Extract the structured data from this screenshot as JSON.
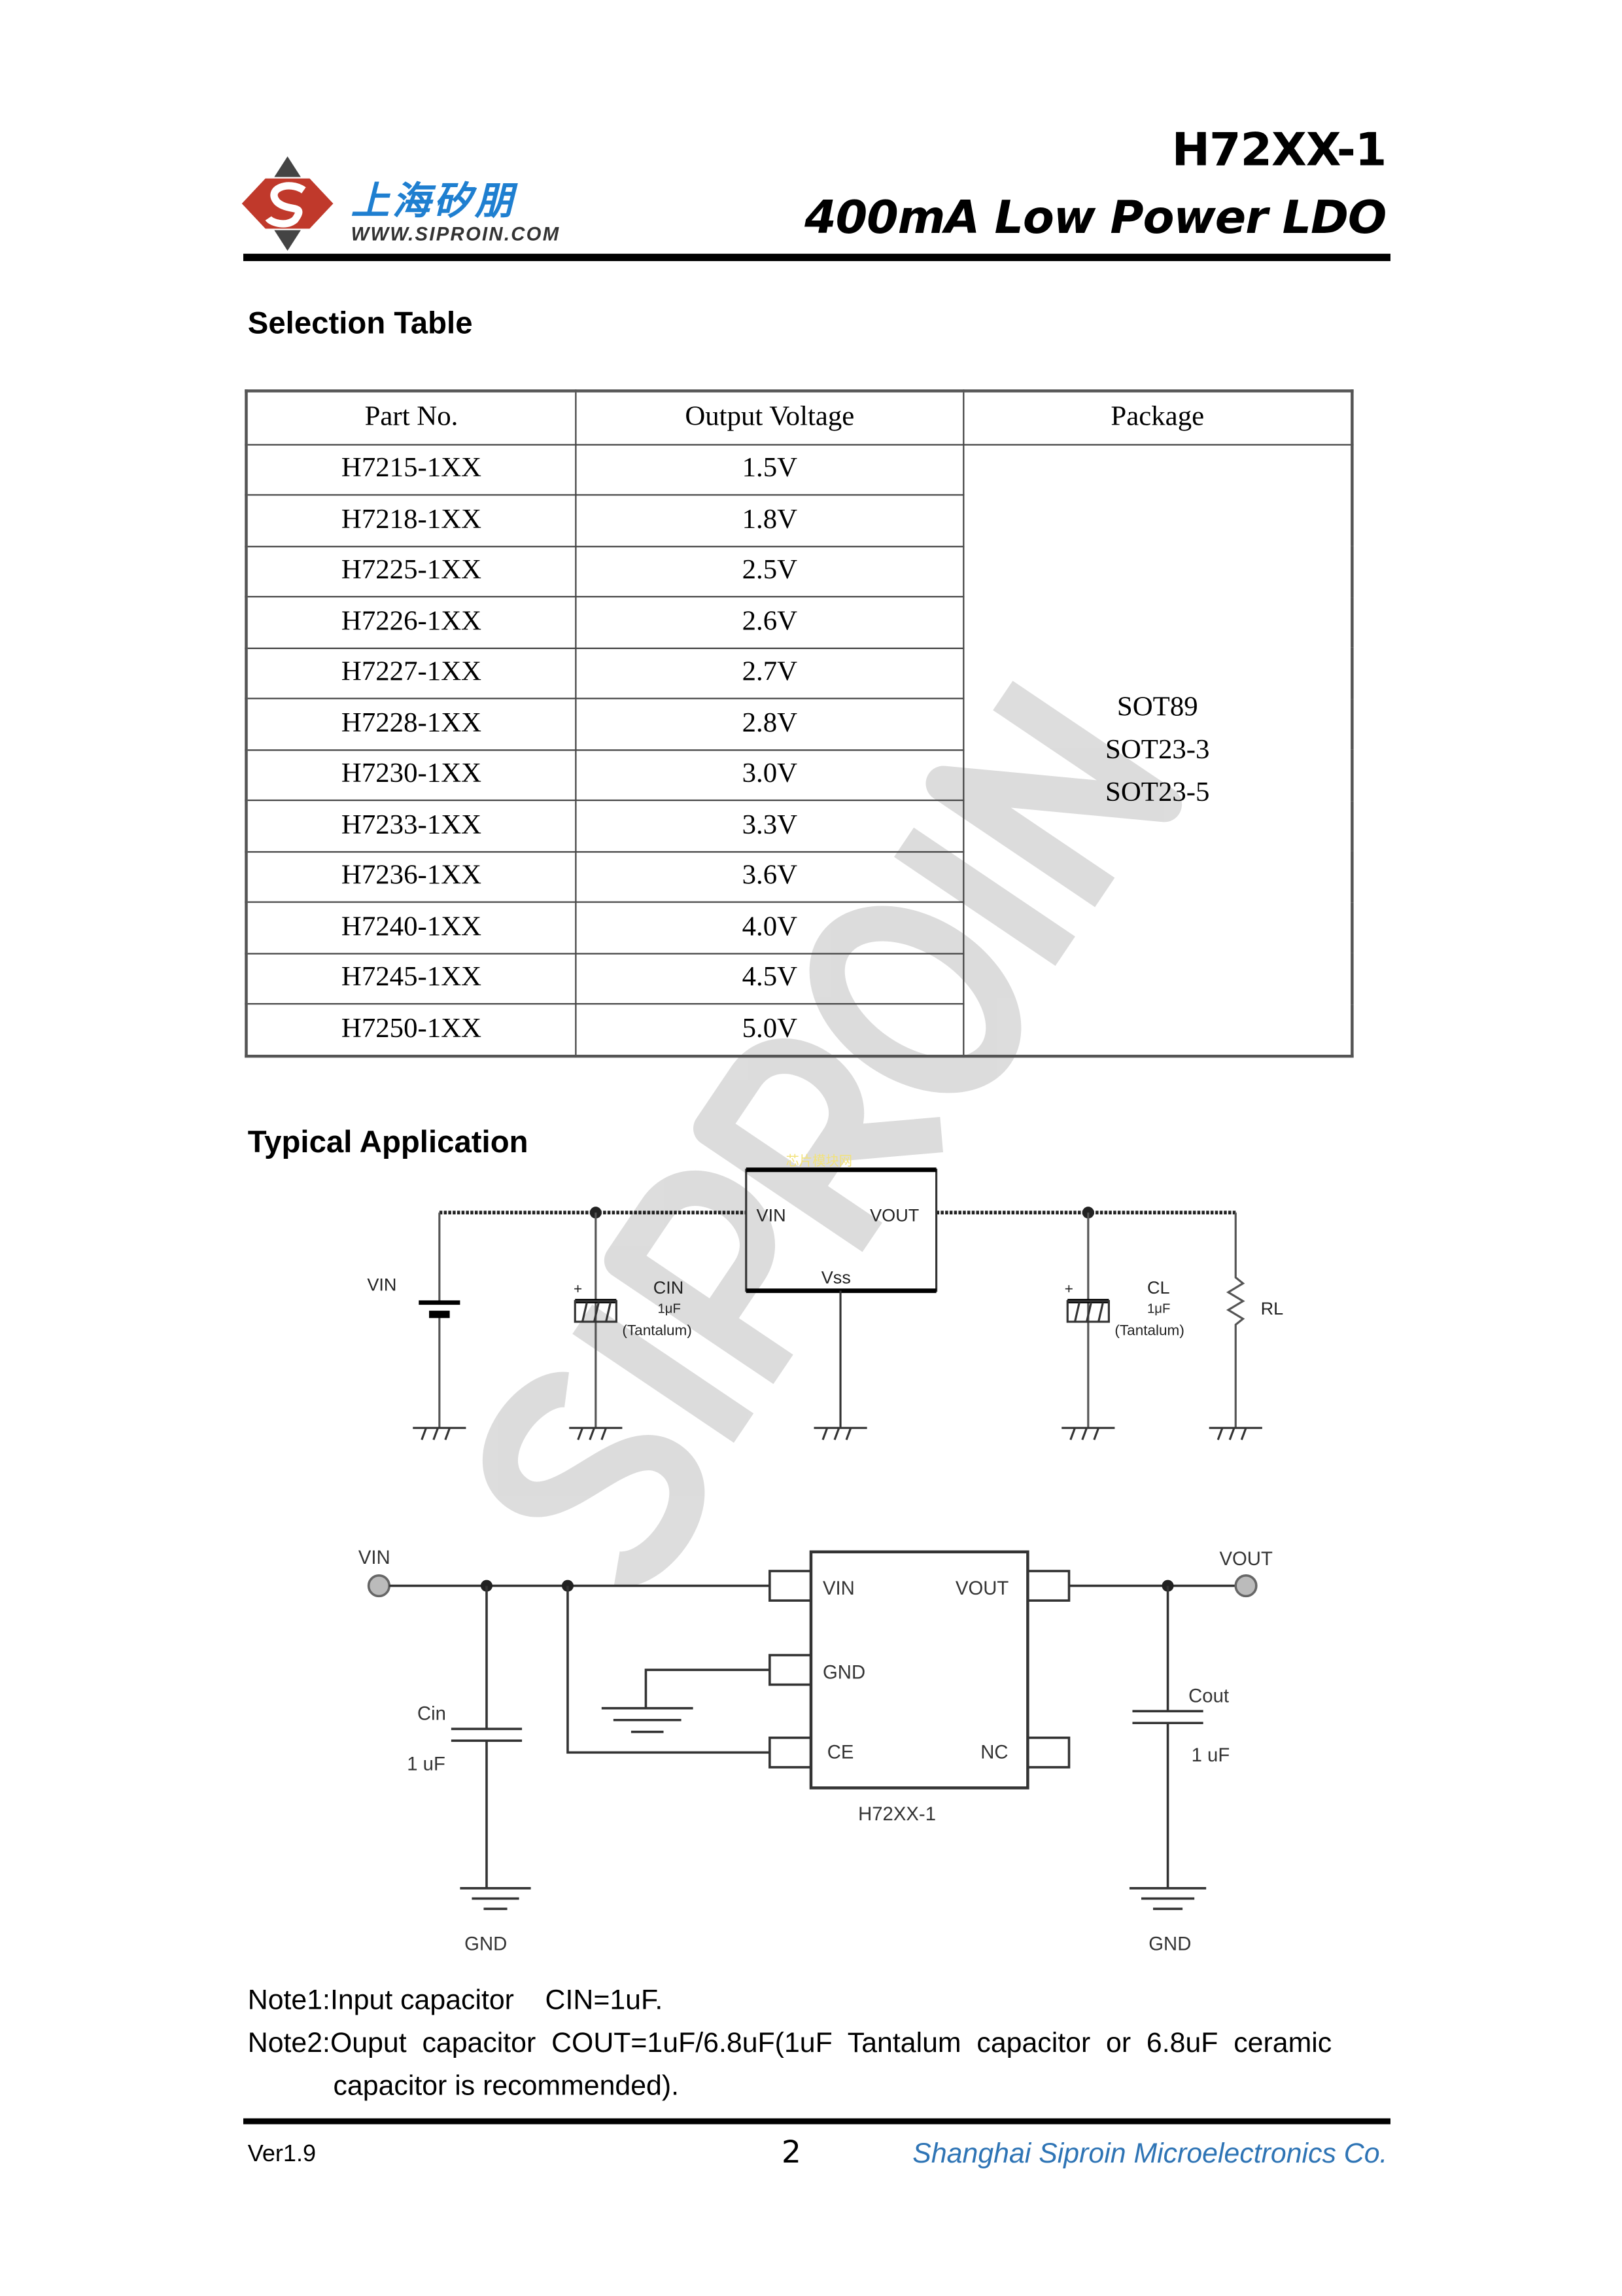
{
  "header": {
    "part": "H72XX-1",
    "subtitle": "400mA Low Power LDO",
    "logo_cn": "上海矽朋",
    "logo_url": "WWW.SIPROIN.COM"
  },
  "selection": {
    "heading": "Selection Table",
    "columns": [
      "Part No.",
      "Output Voltage",
      "Package"
    ],
    "rows": [
      [
        "H7215-1XX",
        "1.5V"
      ],
      [
        "H7218-1XX",
        "1.8V"
      ],
      [
        "H7225-1XX",
        "2.5V"
      ],
      [
        "H7226-1XX",
        "2.6V"
      ],
      [
        "H7227-1XX",
        "2.7V"
      ],
      [
        "H7228-1XX",
        "2.8V"
      ],
      [
        "H7230-1XX",
        "3.0V"
      ],
      [
        "H7233-1XX",
        "3.3V"
      ],
      [
        "H7236-1XX",
        "3.6V"
      ],
      [
        "H7240-1XX",
        "4.0V"
      ],
      [
        "H7245-1XX",
        "4.5V"
      ],
      [
        "H7250-1XX",
        "5.0V"
      ]
    ],
    "packages": [
      "SOT89",
      "SOT23-3",
      "SOT23-5"
    ]
  },
  "application": {
    "heading": "Typical Application",
    "schematic1": {
      "vin": "VIN",
      "ic_vin": "VIN",
      "ic_vout": "VOUT",
      "ic_vss": "Vss",
      "cin": "CIN",
      "cin_val": "1μF",
      "cin_type": "(Tantalum)",
      "cl": "CL",
      "cl_val": "1μF",
      "cl_type": "(Tantalum)",
      "rl": "RL",
      "plus": "+",
      "overlay": "芯片模块网"
    },
    "schematic2": {
      "vin": "VIN",
      "vout": "VOUT",
      "pin_vin": "VIN",
      "pin_vout": "VOUT",
      "pin_gnd": "GND",
      "pin_ce": "CE",
      "pin_nc": "NC",
      "chip": "H72XX-1",
      "cin": "Cin",
      "cin_val": "1 uF",
      "cout": "Cout",
      "cout_val": "1 uF",
      "gnd_left": "GND",
      "gnd_right": "GND"
    }
  },
  "notes": [
    "Note1:Input capacitor    CIN=1uF.",
    "Note2:Ouput  capacitor  COUT=1uF/6.8uF(1uF  Tantalum  capacitor  or  6.8uF  ceramic",
    "capacitor is recommended)."
  ],
  "watermark": "SIPROIN",
  "footer": {
    "version": "Ver1.9",
    "page": "2",
    "company": "Shanghai Siproin Microelectronics Co."
  },
  "colors": {
    "logo_red": "#c0392b",
    "logo_blue": "#1f7fd0",
    "company_blue": "#2e74b5",
    "watermark": "#d9d9d9"
  }
}
